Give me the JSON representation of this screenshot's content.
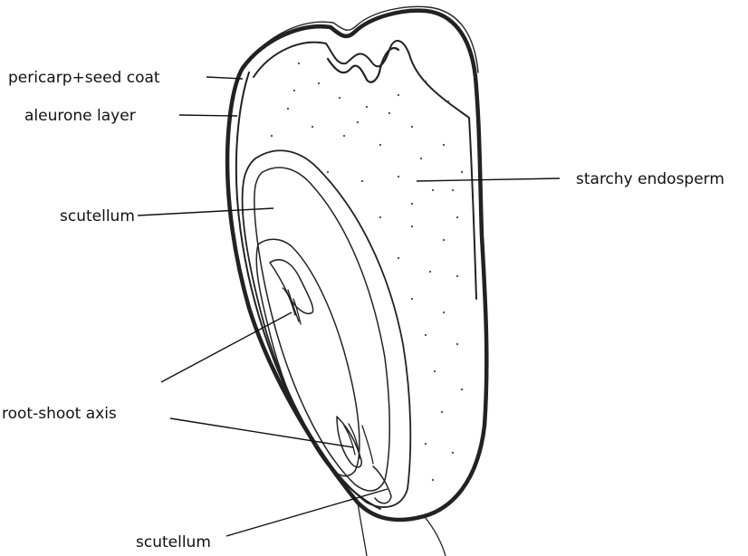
{
  "labels": {
    "pericarp": "pericarp+seed coat",
    "aleurone": "aleurone layer",
    "scutellum_upper": "scutellum",
    "starchy": "starchy endosperm",
    "root_shoot": "root-shoot axis",
    "scutellum_lower": "scutellum"
  }
}
